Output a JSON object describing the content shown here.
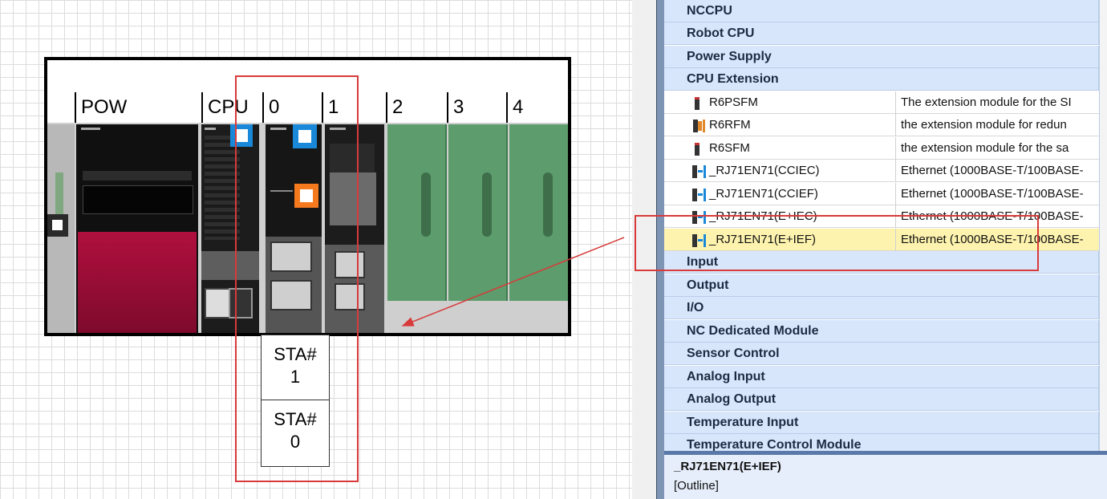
{
  "rack": {
    "slot_headers": [
      "POW",
      "CPU",
      "0",
      "1",
      "2",
      "3",
      "4"
    ],
    "station_labels": [
      {
        "line1": "STA#",
        "line2": "1"
      },
      {
        "line1": "STA#",
        "line2": "0"
      }
    ]
  },
  "module_tree": {
    "categories_top": [
      "NCCPU",
      "Robot CPU",
      "Power Supply",
      "CPU Extension"
    ],
    "items": [
      {
        "name": "R6PSFM",
        "description": "The extension module for the SI",
        "icon": "module-icon",
        "selected": false
      },
      {
        "name": "R6RFM",
        "description": "the extension module for redun",
        "icon": "redundant-module-icon",
        "selected": false
      },
      {
        "name": "R6SFM",
        "description": "the extension module for the sa",
        "icon": "module-icon",
        "selected": false
      },
      {
        "name": "_RJ71EN71(CCIEC)",
        "description": "Ethernet (1000BASE-T/100BASE-",
        "icon": "ethernet-module-icon",
        "selected": false
      },
      {
        "name": "_RJ71EN71(CCIEF)",
        "description": "Ethernet (1000BASE-T/100BASE-",
        "icon": "ethernet-module-icon",
        "selected": false
      },
      {
        "name": "_RJ71EN71(E+IEC)",
        "description": "Ethernet (1000BASE-T/100BASE-",
        "icon": "ethernet-module-icon",
        "selected": false
      },
      {
        "name": "_RJ71EN71(E+IEF)",
        "description": "Ethernet (1000BASE-T/100BASE-",
        "icon": "ethernet-module-icon",
        "selected": true
      }
    ],
    "categories_bottom": [
      "Input",
      "Output",
      "I/O",
      "NC Dedicated Module",
      "Sensor Control",
      "Analog Input",
      "Analog Output",
      "Temperature Input",
      "Temperature Control Module"
    ]
  },
  "info_panel": {
    "title": "_RJ71EN71(E+IEF)",
    "outline": "[Outline]"
  },
  "colors": {
    "category_bg": "#d8e6fb",
    "selected_bg": "#fdf3ae",
    "annotation_red": "#d83a3a",
    "power_module_red": "#9c0a35",
    "slot_green": "#5d9c6c",
    "indicator_blue": "#1a88d8",
    "indicator_orange": "#f57a1e"
  }
}
